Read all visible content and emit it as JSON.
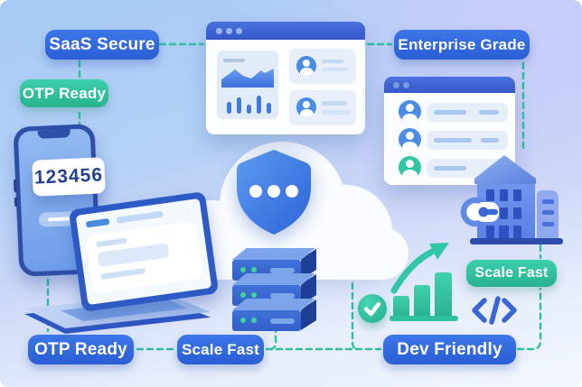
{
  "badges": {
    "saas_secure": {
      "label": "SaaS Secure",
      "style": "blue"
    },
    "enterprise_grade": {
      "label": "Enterprise Grade",
      "style": "blue"
    },
    "otp_ready_top": {
      "label": "OTP Ready",
      "style": "green"
    },
    "scale_fast_right": {
      "label": "Scale Fast",
      "style": "green"
    },
    "otp_ready_bottom": {
      "label": "OTP Ready",
      "style": "blue"
    },
    "scale_fast_bottom": {
      "label": "Scale Fast",
      "style": "blue"
    },
    "dev_friendly": {
      "label": "Dev Friendly",
      "style": "blue"
    }
  },
  "phone": {
    "otp_code": "123456"
  },
  "icons": {
    "cloud-icon": "white cloud",
    "shield-icon": "blue security shield with three dots",
    "dashboard-window-icon": "browser window with area chart, bar chart and two profile cards",
    "user-list-window-icon": "browser window with three user rows",
    "smartphone-icon": "phone showing OTP code",
    "laptop-icon": "open laptop with form screen",
    "server-stack-icon": "three stacked servers with green status LEDs",
    "building-icon": "office building with key badge",
    "key-icon": "key badge on building",
    "growth-chart-icon": "rising teal bar chart",
    "trend-arrow-icon": "curved upward arrow",
    "check-circle-icon": "teal circle with white checkmark",
    "code-icon": "</> developer glyph"
  },
  "colors": {
    "badge_blue": "#2f6ad9",
    "badge_green": "#2fc6a2",
    "connector_teal": "#2fbf9f",
    "window_titlebar_blue": "#3a5ecf",
    "illustration_blue": "#3a68d2",
    "otp_text_navy": "#24418e",
    "server_led_green": "#3ed598",
    "background_top": "#a6cbf4",
    "background_bottom": "#f1f6fd"
  }
}
